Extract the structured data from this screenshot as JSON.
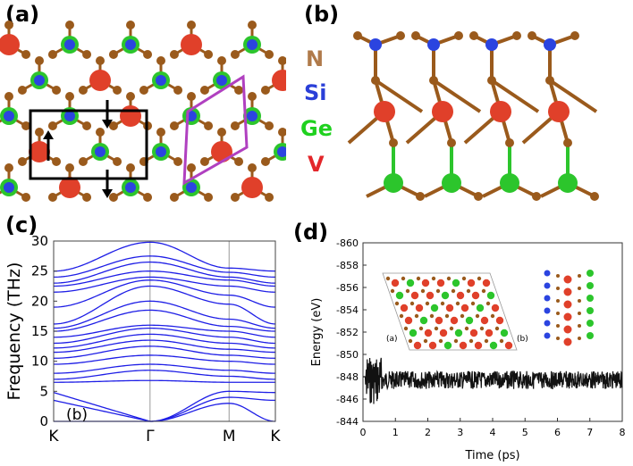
{
  "labels": {
    "a": "(a)",
    "b": "(b)",
    "c": "(c)",
    "d": "(d)"
  },
  "legend": [
    {
      "text": "N",
      "color": "#b07a4a"
    },
    {
      "text": "Si",
      "color": "#2a3fd8"
    },
    {
      "text": "Ge",
      "color": "#1fd11f"
    },
    {
      "text": "V",
      "color": "#e3262a"
    }
  ],
  "colors": {
    "N": "#9a5a1c",
    "Si": "#2b44e0",
    "Ge": "#2cc52c",
    "V": "#e0402a",
    "band": "#1e1ee6"
  },
  "chart_data": [
    {
      "type": "line",
      "ylabel": "Frequency (THz)",
      "annotation": "(b)",
      "x_ticks": [
        "K",
        "Γ",
        "M",
        "K"
      ],
      "x_positions": [
        0,
        1,
        1.82,
        2.3
      ],
      "ylim": [
        0,
        30
      ],
      "y_ticks": [
        0,
        5,
        10,
        15,
        20,
        25,
        30
      ],
      "branches_at_K": [
        0,
        3.5,
        4.8,
        6.5,
        7.0,
        8.0,
        9.5,
        10.5,
        11.5,
        12.2,
        13.0,
        14.0,
        15.0,
        15.5,
        16.2,
        19.0,
        21.5,
        22.5,
        23.0,
        24.0,
        25.0
      ],
      "branches_at_Gamma": [
        0,
        0,
        0,
        6.8,
        8.5,
        9.5,
        11.0,
        12.5,
        13.5,
        14.5,
        15.5,
        16.0,
        18.5,
        20.0,
        22.5,
        23.5,
        24.0,
        25.0,
        26.5,
        27.5,
        29.8
      ],
      "branches_at_M": [
        3.0,
        4.0,
        5.0,
        6.5,
        7.5,
        8.5,
        10.0,
        11.0,
        12.0,
        13.0,
        14.0,
        15.0,
        15.8,
        17.0,
        19.5,
        21.0,
        22.5,
        23.5,
        24.0,
        24.8,
        25.5
      ]
    },
    {
      "type": "line",
      "xlabel": "Time (ps)",
      "ylabel": "Energy (eV)",
      "xlim": [
        0,
        8
      ],
      "ylim": [
        -844,
        -860
      ],
      "x_ticks": [
        0,
        1,
        2,
        3,
        4,
        5,
        6,
        7,
        8
      ],
      "y_ticks": [
        -860,
        -858,
        -856,
        -854,
        -852,
        -850,
        -848,
        -846,
        -844
      ],
      "mean": -847.7,
      "fluctuation": 0.5,
      "inset_labels": [
        "(a)",
        "(b)"
      ]
    }
  ]
}
